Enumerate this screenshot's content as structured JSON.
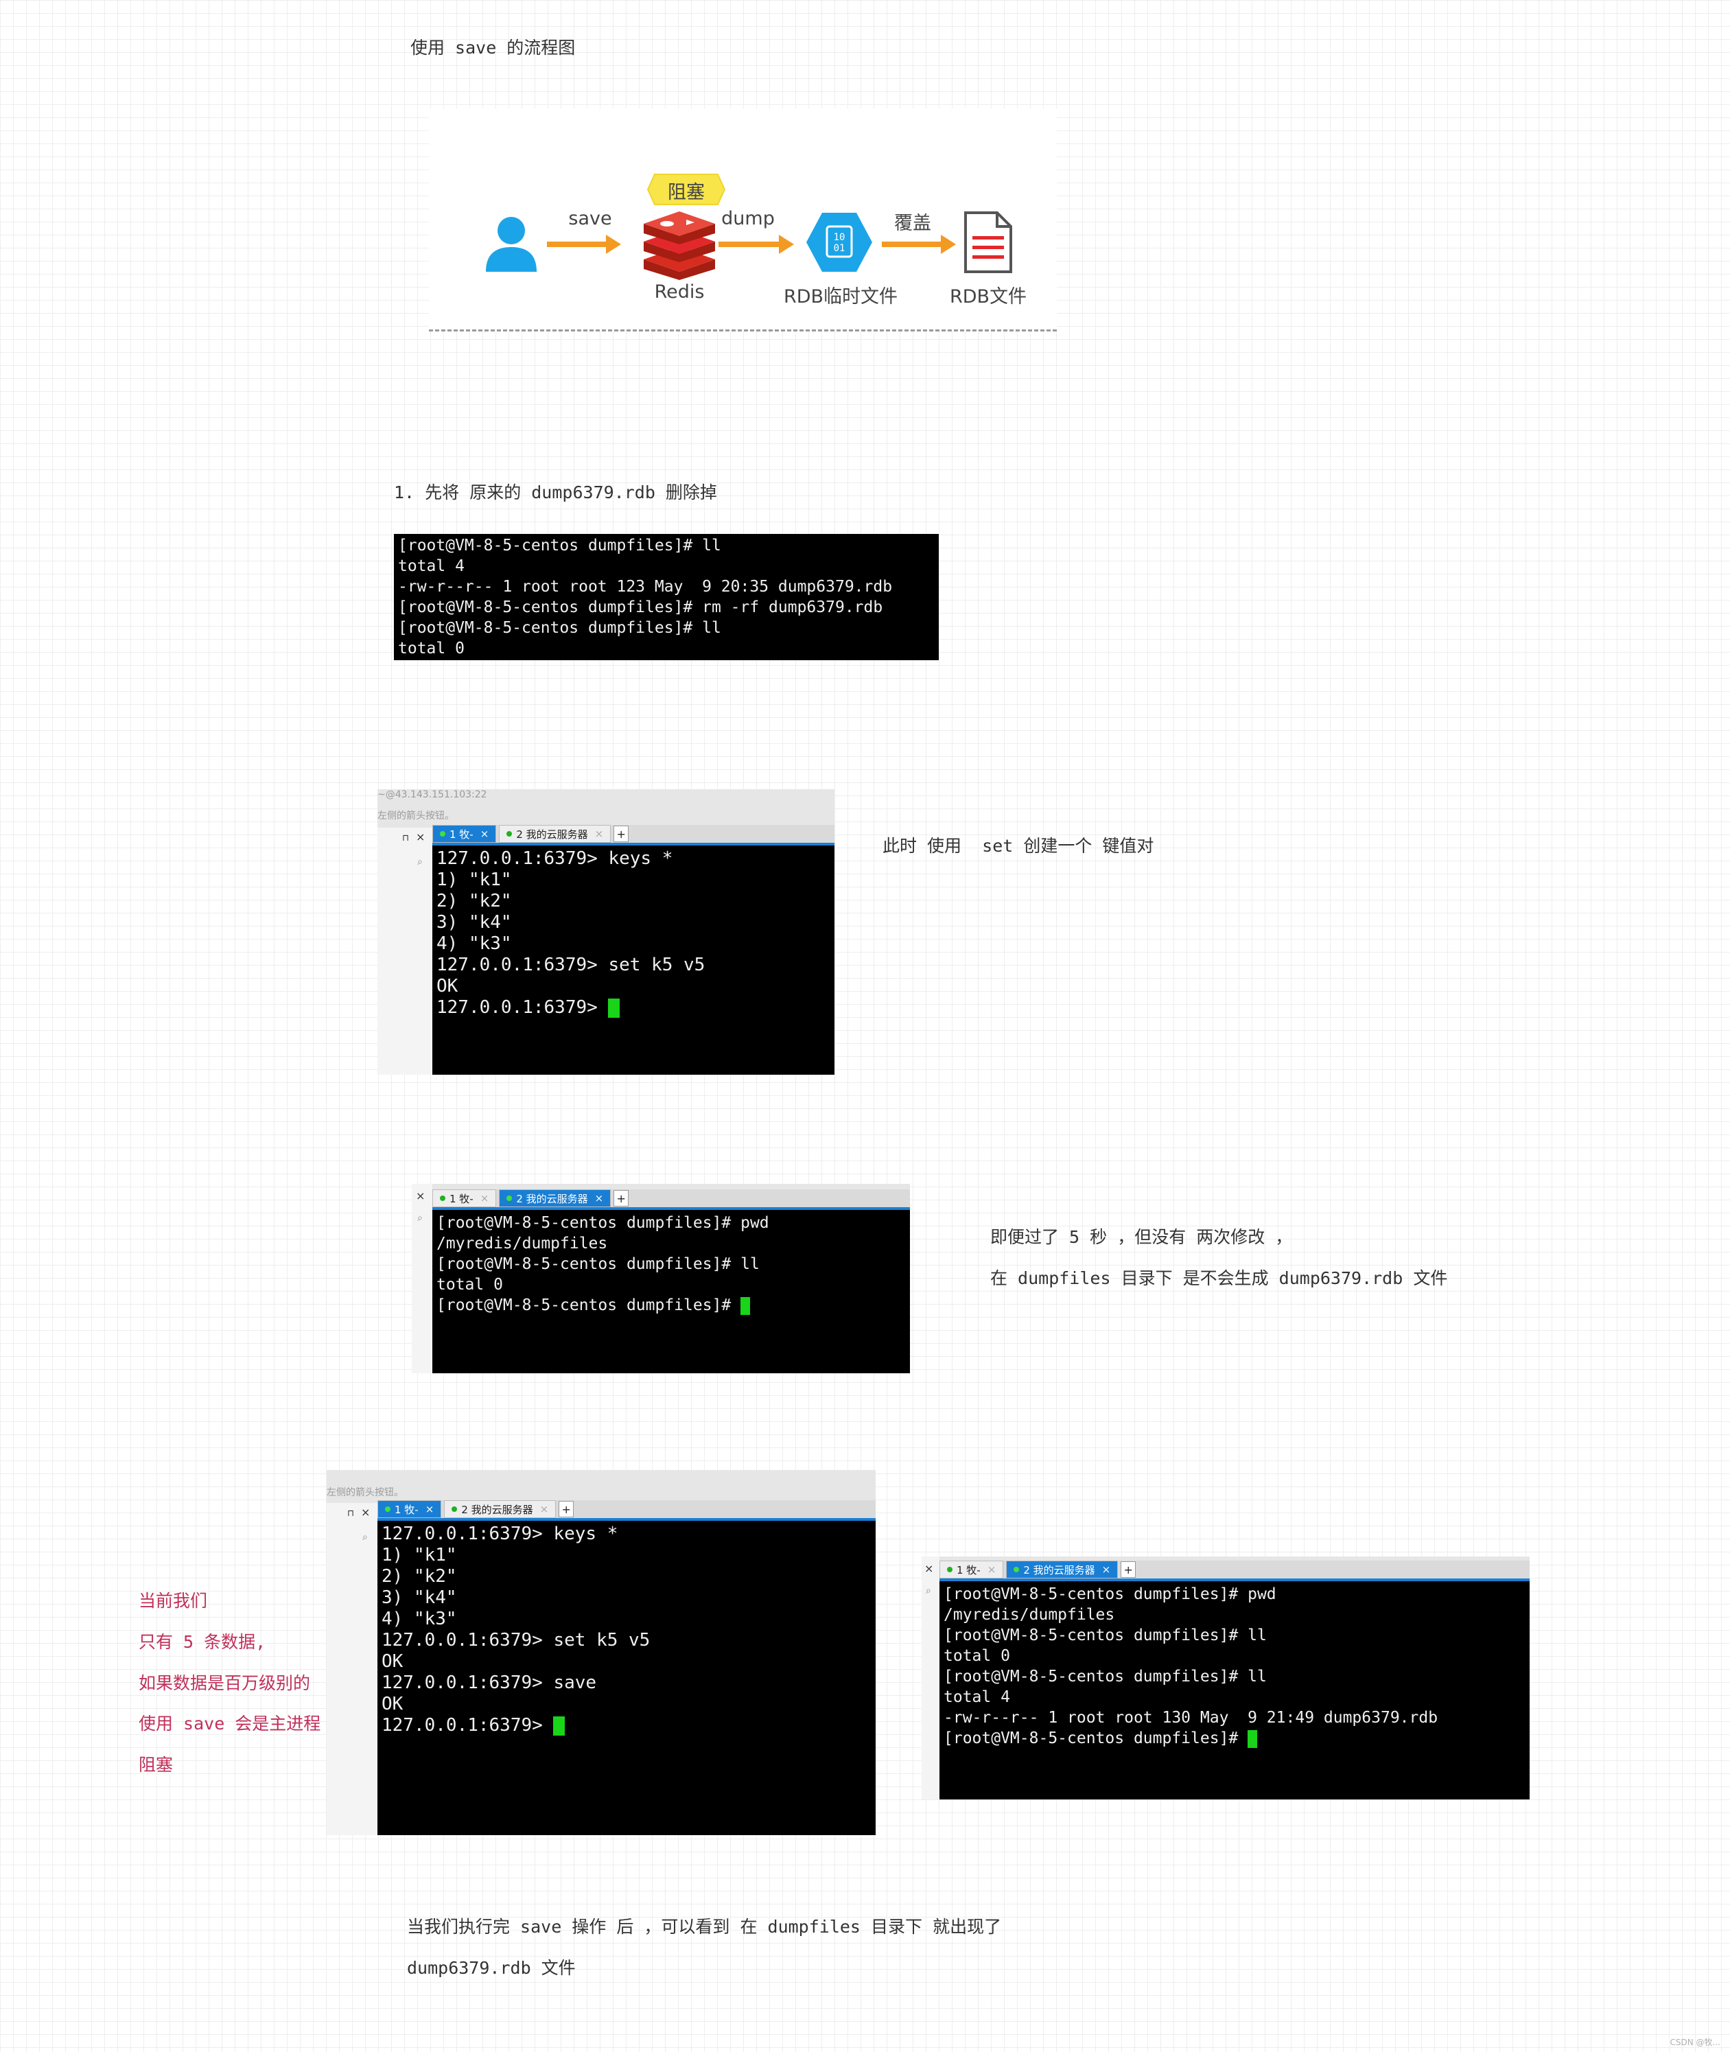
{
  "section1": {
    "caption": "使用 save 的流程图"
  },
  "flow_diagram": {
    "user_icon": "user-icon",
    "save_label": "save",
    "block_badge": "阻塞",
    "redis_label": "Redis",
    "dump_label": "dump",
    "temp_file_label": "RDB临时文件",
    "temp_file_glyph": "10 01",
    "overwrite_label": "覆盖",
    "rdb_file_label": "RDB文件",
    "accent_color": "#f39a23",
    "blue_color": "#1ca4e8",
    "red_color": "#e3282b"
  },
  "step1": {
    "caption": "1. 先将 原来的 dump6379.rdb 删除掉",
    "terminal_lines": [
      "[root@VM-8-5-centos dumpfiles]# ll",
      "total 4",
      "-rw-r--r-- 1 root root 123 May  9 20:35 dump6379.rdb",
      "[root@VM-8-5-centos dumpfiles]# rm -rf dump6379.rdb",
      "[root@VM-8-5-centos dumpfiles]# ll",
      "total 0"
    ]
  },
  "step2": {
    "faint_header": "~@43.143.151.103:22",
    "faint_hint": "左侧的箭头按钮。",
    "tabs": [
      "1 牧-",
      "2 我的云服务器"
    ],
    "terminal_lines": [
      "127.0.0.1:6379> keys *",
      "1) \"k1\"",
      "2) \"k2\"",
      "3) \"k4\"",
      "4) \"k3\"",
      "127.0.0.1:6379> set k5 v5",
      "OK",
      "127.0.0.1:6379> "
    ],
    "note": "此时 使用  set 创建一个 键值对"
  },
  "step3": {
    "tabs": [
      "1 牧-",
      "2 我的云服务器"
    ],
    "terminal_lines": [
      "[root@VM-8-5-centos dumpfiles]# pwd",
      "/myredis/dumpfiles",
      "[root@VM-8-5-centos dumpfiles]# ll",
      "total 0",
      "[root@VM-8-5-centos dumpfiles]# "
    ],
    "note_line1": "即便过了 5 秒 ，但没有 两次修改 ，",
    "note_line2": "在 dumpfiles 目录下 是不会生成 dump6379.rdb 文件"
  },
  "step4": {
    "side_notes": [
      "当前我们",
      "只有 5 条数据,",
      "如果数据是百万级别的",
      "使用 save 会是主进程",
      "阻塞"
    ],
    "faint_hint": "左侧的箭头按钮。",
    "left_tabs": [
      "1 牧-",
      "2 我的云服务器"
    ],
    "left_terminal_lines": [
      "127.0.0.1:6379> keys *",
      "1) \"k1\"",
      "2) \"k2\"",
      "3) \"k4\"",
      "4) \"k3\"",
      "127.0.0.1:6379> set k5 v5",
      "OK",
      "127.0.0.1:6379> save",
      "OK",
      "127.0.0.1:6379> "
    ],
    "right_tabs": [
      "1 牧-",
      "2 我的云服务器"
    ],
    "right_terminal_lines": [
      "[root@VM-8-5-centos dumpfiles]# pwd",
      "/myredis/dumpfiles",
      "[root@VM-8-5-centos dumpfiles]# ll",
      "total 0",
      "[root@VM-8-5-centos dumpfiles]# ll",
      "total 4",
      "-rw-r--r-- 1 root root 130 May  9 21:49 dump6379.rdb",
      "[root@VM-8-5-centos dumpfiles]# "
    ]
  },
  "conclusion": {
    "line1": "当我们执行完 save 操作 后 ，可以看到 在 dumpfiles 目录下 就出现了",
    "line2": "dump6379.rdb 文件"
  },
  "watermark": "CSDN @牧..."
}
